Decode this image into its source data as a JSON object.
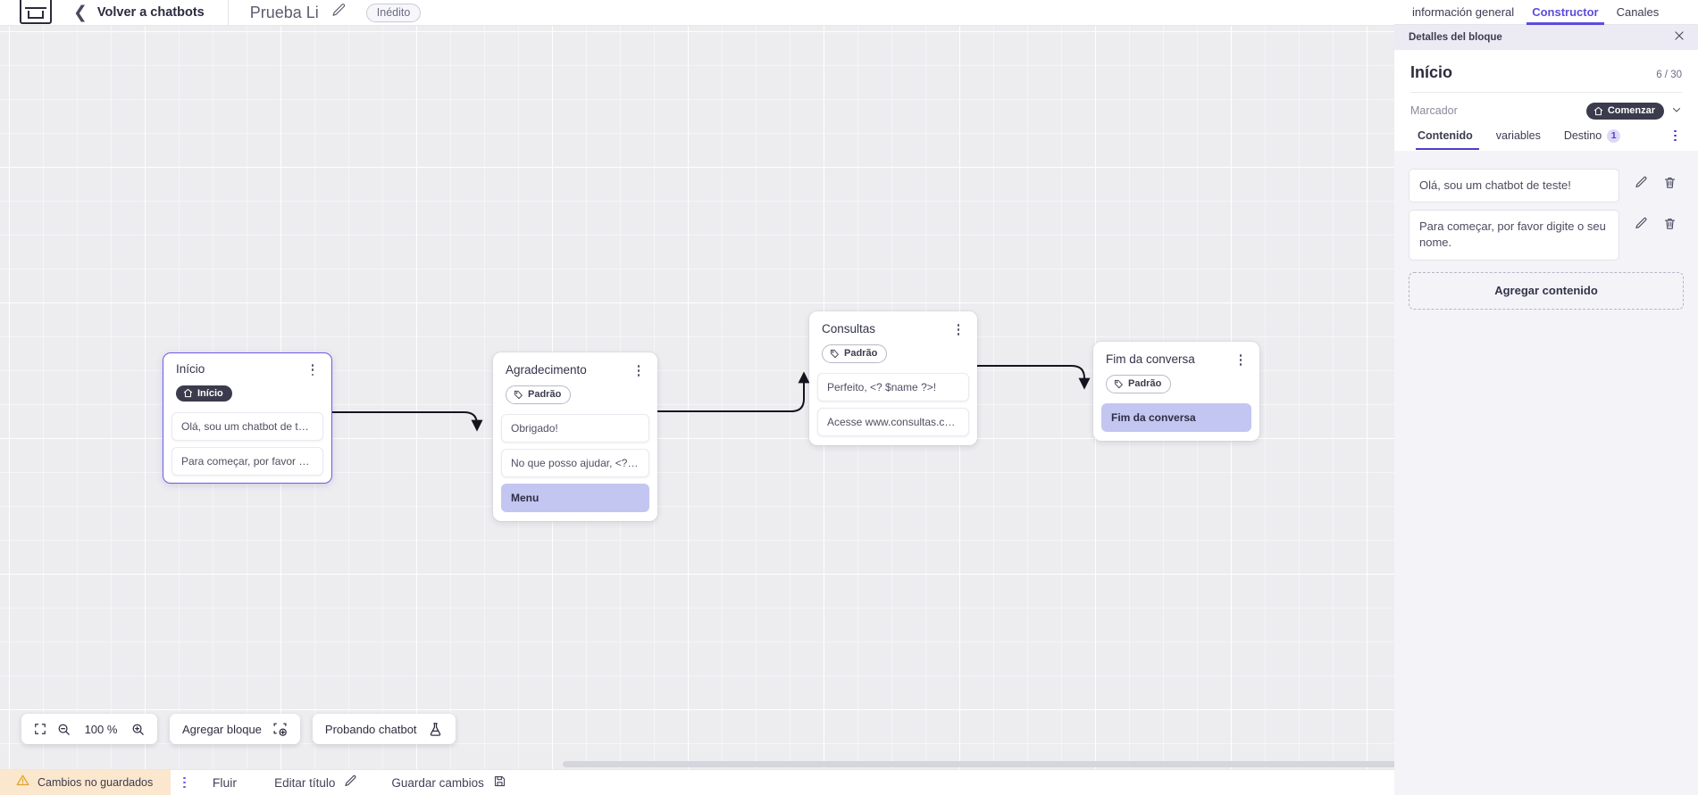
{
  "header": {
    "logo_icon": "chatbot-logo-icon",
    "back_icon": "chevron-left-icon",
    "back_label": "Volver a chatbots",
    "bot_name": "Prueba Li",
    "edit_icon": "pencil-icon",
    "status_badge": "Inédito"
  },
  "right_panel": {
    "top_tabs": [
      {
        "label": "información general",
        "active": false
      },
      {
        "label": "Constructor",
        "active": true
      },
      {
        "label": "Canales",
        "active": false
      }
    ],
    "panel_header": "Detalles del bloque",
    "close_icon": "close-icon",
    "block_title": "Início",
    "char_count": "6 / 30",
    "marker_label": "Marcador",
    "marker_value": "Comenzar",
    "marker_icon": "home-icon",
    "marker_chevron": "chevron-down-icon",
    "tabs": [
      {
        "label": "Contenido",
        "badge": "",
        "active": true
      },
      {
        "label": "variables",
        "badge": "",
        "active": false
      },
      {
        "label": "Destino",
        "badge": "1",
        "active": false
      }
    ],
    "tabs_overflow_icon": "kebab-menu-icon",
    "contents": [
      {
        "text": "Olá, sou um chatbot de teste!",
        "edit_icon": "pencil-icon",
        "delete_icon": "trash-icon"
      },
      {
        "text": "Para começar, por favor digite o seu nome.",
        "edit_icon": "pencil-icon",
        "delete_icon": "trash-icon"
      }
    ],
    "add_content_label": "Agregar contenido"
  },
  "canvas": {
    "nodes": [
      {
        "id": "inicio",
        "title": "Início",
        "tag": "Início",
        "tag_style": "dark",
        "tag_icon": "home-icon",
        "kebab_icon": "kebab-menu-icon",
        "selected": true,
        "rows": [
          {
            "text": "Olá, sou um chatbot de teste!",
            "highlight": false
          },
          {
            "text": "Para começar, por favor digite o ...",
            "highlight": false
          }
        ]
      },
      {
        "id": "agradecimento",
        "title": "Agradecimento",
        "tag": "Padrão",
        "tag_style": "plain",
        "tag_icon": "tag-icon",
        "kebab_icon": "kebab-menu-icon",
        "selected": false,
        "rows": [
          {
            "text": "Obrigado!",
            "highlight": false
          },
          {
            "text": "No que posso ajudar, <? $name ...",
            "highlight": false
          },
          {
            "text": "Menu",
            "highlight": true
          }
        ]
      },
      {
        "id": "consultas",
        "title": "Consultas",
        "tag": "Padrão",
        "tag_style": "plain",
        "tag_icon": "tag-icon",
        "kebab_icon": "kebab-menu-icon",
        "selected": false,
        "rows": [
          {
            "text": "Perfeito, <? $name ?>!",
            "highlight": false
          },
          {
            "text": "Acesse www.consultas.com par...",
            "highlight": false
          }
        ]
      },
      {
        "id": "fim",
        "title": "Fim da conversa",
        "tag": "Padrão",
        "tag_style": "plain",
        "tag_icon": "tag-icon",
        "kebab_icon": "kebab-menu-icon",
        "selected": false,
        "rows": [
          {
            "text": "Fim da conversa",
            "highlight": true
          }
        ]
      }
    ],
    "toolbar": {
      "fit_icon": "fit-screen-icon",
      "zoom_out_icon": "zoom-out-icon",
      "zoom_level": "100 %",
      "zoom_in_icon": "zoom-in-icon",
      "add_block_label": "Agregar bloque",
      "add_block_icon": "add-block-icon",
      "test_bot_label": "Probando chatbot",
      "test_bot_icon": "flask-icon"
    }
  },
  "status_bar": {
    "warning_icon": "warning-icon",
    "unsaved_label": "Cambios no guardados",
    "kebab_icon": "kebab-menu-icon",
    "flow_tab": "Fluir",
    "edit_title_label": "Editar título",
    "edit_title_icon": "pencil-icon",
    "save_label": "Guardar cambios",
    "save_icon": "save-disk-icon"
  },
  "colors": {
    "accent": "#5b4ddb",
    "node_highlight": "#c3c6f1",
    "unsaved_bg": "#fbe7cd",
    "canvas_bg": "#ededf0"
  }
}
